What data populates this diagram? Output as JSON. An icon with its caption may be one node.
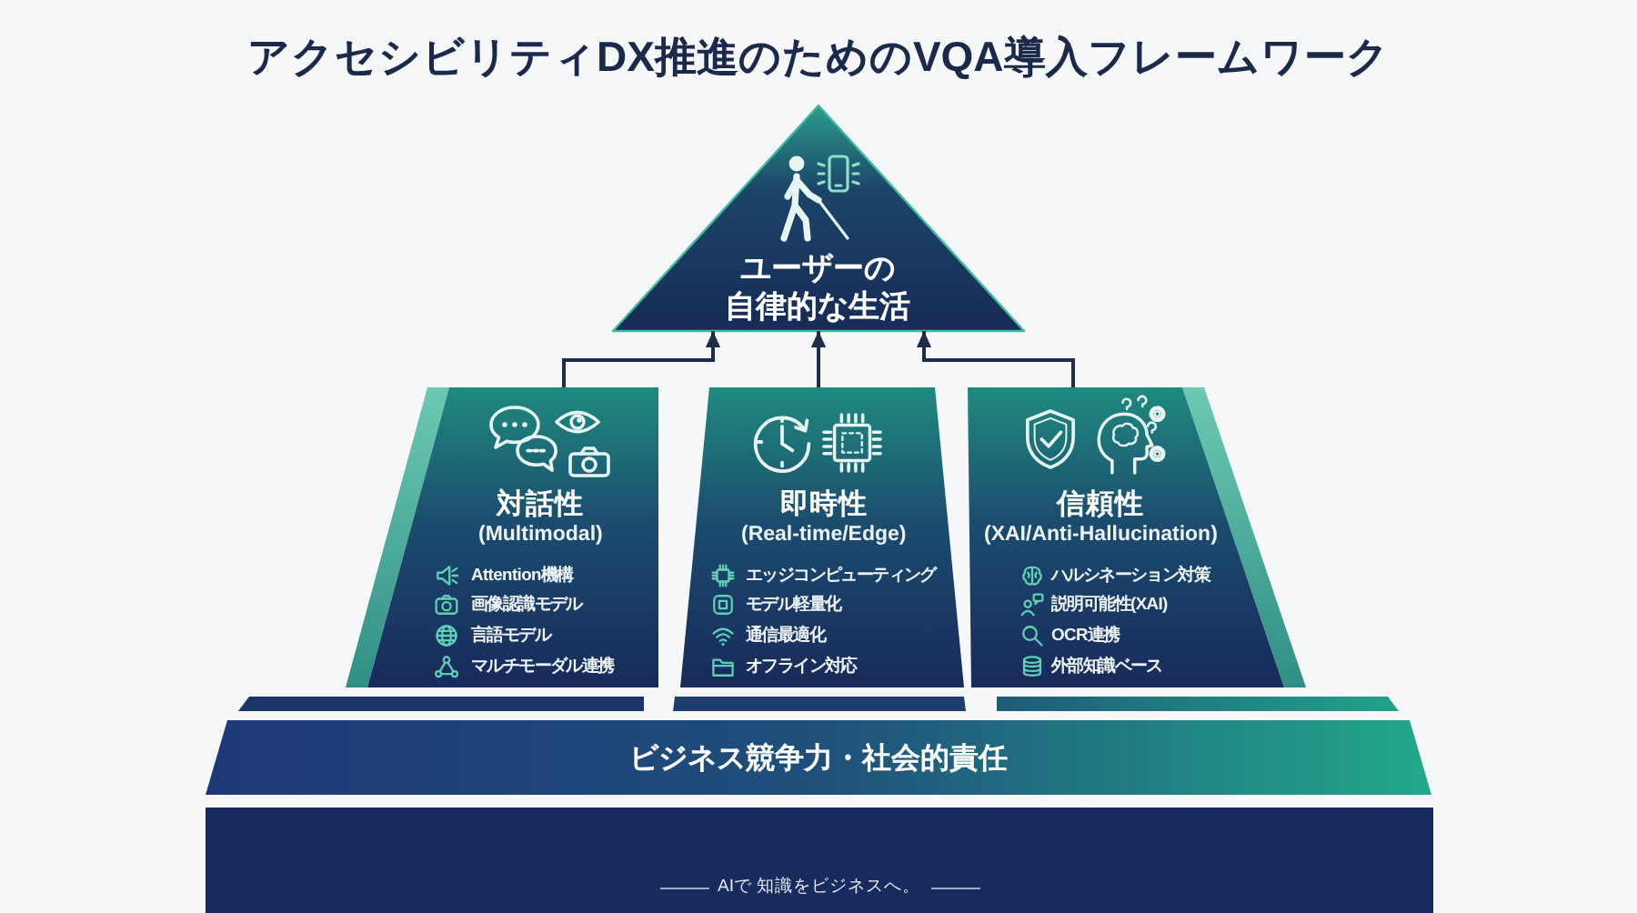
{
  "diagram": {
    "title": "アクセシビリティDX推進のためのVQA導入フレームワーク",
    "nodes": [
      {
        "text": [
          "ユーザーの自律的な生活"
        ]
      },
      {
        "text": [
          "対話性",
          "(Multimodal)",
          "Attention機構",
          "画像認識モデル",
          "言語モデル",
          "マルチモーダル連携"
        ]
      },
      {
        "text": [
          "即時性",
          "(Real-time/Edge)",
          "エッジコンピューティング",
          "モデル軽量化",
          "通信最適化",
          "オフライン対応"
        ]
      },
      {
        "text": [
          "信頼性",
          "(XAI/Anti-Hallucination)",
          "ハルシネーション対策",
          "説明可能性(XAI)",
          "OCR連携",
          "外部知識ベース"
        ]
      },
      {
        "text": [
          "ビジネス競争力・社会的責任"
        ]
      },
      {
        "text": [
          "AIで 知識をビジネスへ。"
        ]
      }
    ],
    "edges": [
      {
        "from": 1,
        "to": 0,
        "arrow": "to"
      },
      {
        "from": 2,
        "to": 0,
        "arrow": "to"
      },
      {
        "from": 3,
        "to": 0,
        "arrow": "to"
      }
    ]
  }
}
